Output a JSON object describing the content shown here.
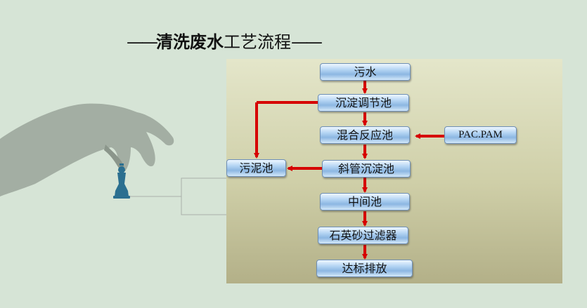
{
  "title": {
    "dash_left": "——",
    "bold_text": "清洗废水",
    "normal_text": "工艺流程",
    "dash_right": "——"
  },
  "flow": {
    "raw_water": "污水",
    "equalization_tank": "沉淀调节池",
    "mixing_reaction_tank": "混合反应池",
    "inclined_tube_tank": "斜管沉淀池",
    "intermediate_tank": "中间池",
    "quartz_sand_filter": "石英砂过滤器",
    "discharge": "达标排放",
    "sludge_tank": "污泥池",
    "chemicals": "PAC.PAM"
  },
  "colors": {
    "arrow": "#d60000",
    "box_border": "#6e8fb5"
  }
}
